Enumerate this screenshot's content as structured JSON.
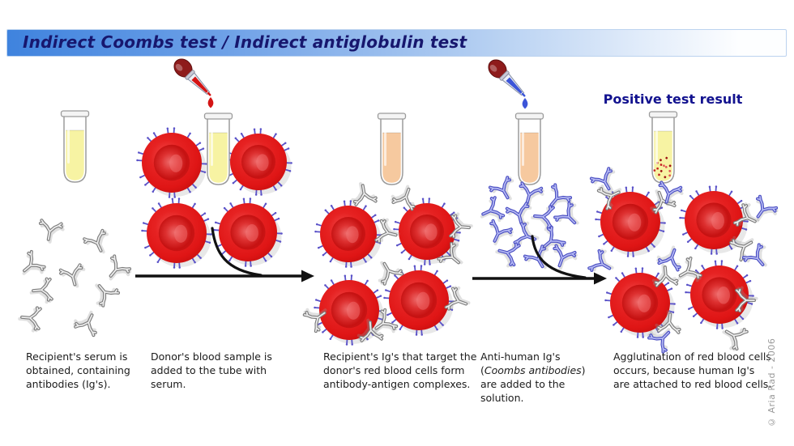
{
  "title": "Indirect Coombs test / Indirect antiglobulin test",
  "positive_result_label": "Positive test result",
  "copyright": "© Aria Rad - 2006",
  "panels": [
    {
      "id": "step-1",
      "caption": "Recipient's serum is obtained, containing antibodies (Ig's)."
    },
    {
      "id": "step-2",
      "caption": "Donor's blood sample is added to the tube with serum."
    },
    {
      "id": "step-3",
      "caption": "Recipient's Ig's that target the donor's red blood cells form antibody-antigen complexes."
    },
    {
      "id": "step-4",
      "caption_pre": "Anti-human Ig's (",
      "caption_italic": "Coombs antibodies",
      "caption_post": ") are added to the solution."
    },
    {
      "id": "step-5",
      "caption": "Agglutination of red blood cells occurs, because human Ig's are attached to red blood cells."
    }
  ],
  "icons": {
    "test_tube": "test-tube-icon",
    "dropper": "dropper-icon",
    "red_blood_cell": "red-blood-cell-icon",
    "antibody_gray": "antibody-gray-icon",
    "antibody_blue": "antibody-blue-icon",
    "step_arrow": "step-arrow-icon",
    "liquid_drop": "liquid-drop-icon"
  },
  "colors": {
    "title_bar_left": "#3f83de",
    "title_bar_right": "#fdfeff",
    "title_text": "#17176e",
    "positive_text": "#12128f",
    "caption_text": "#1b1b1b",
    "rbc_red": "#e31d1d",
    "rbc_dark_center": "#c61212",
    "antigen_blue": "#5a52c8",
    "antibody_gray": "#7d7d7d",
    "antibody_blue": "#4a4ec2",
    "serum_yellow": "#f7f3a3",
    "solution_peach": "#f6c99f",
    "dropper_bulb": "#8e1b1b",
    "dropper_red_liquid": "#d41414",
    "dropper_blue_liquid": "#3c55d8",
    "arrow_black": "#111111",
    "agglutinate_speckle": "#c32222"
  }
}
